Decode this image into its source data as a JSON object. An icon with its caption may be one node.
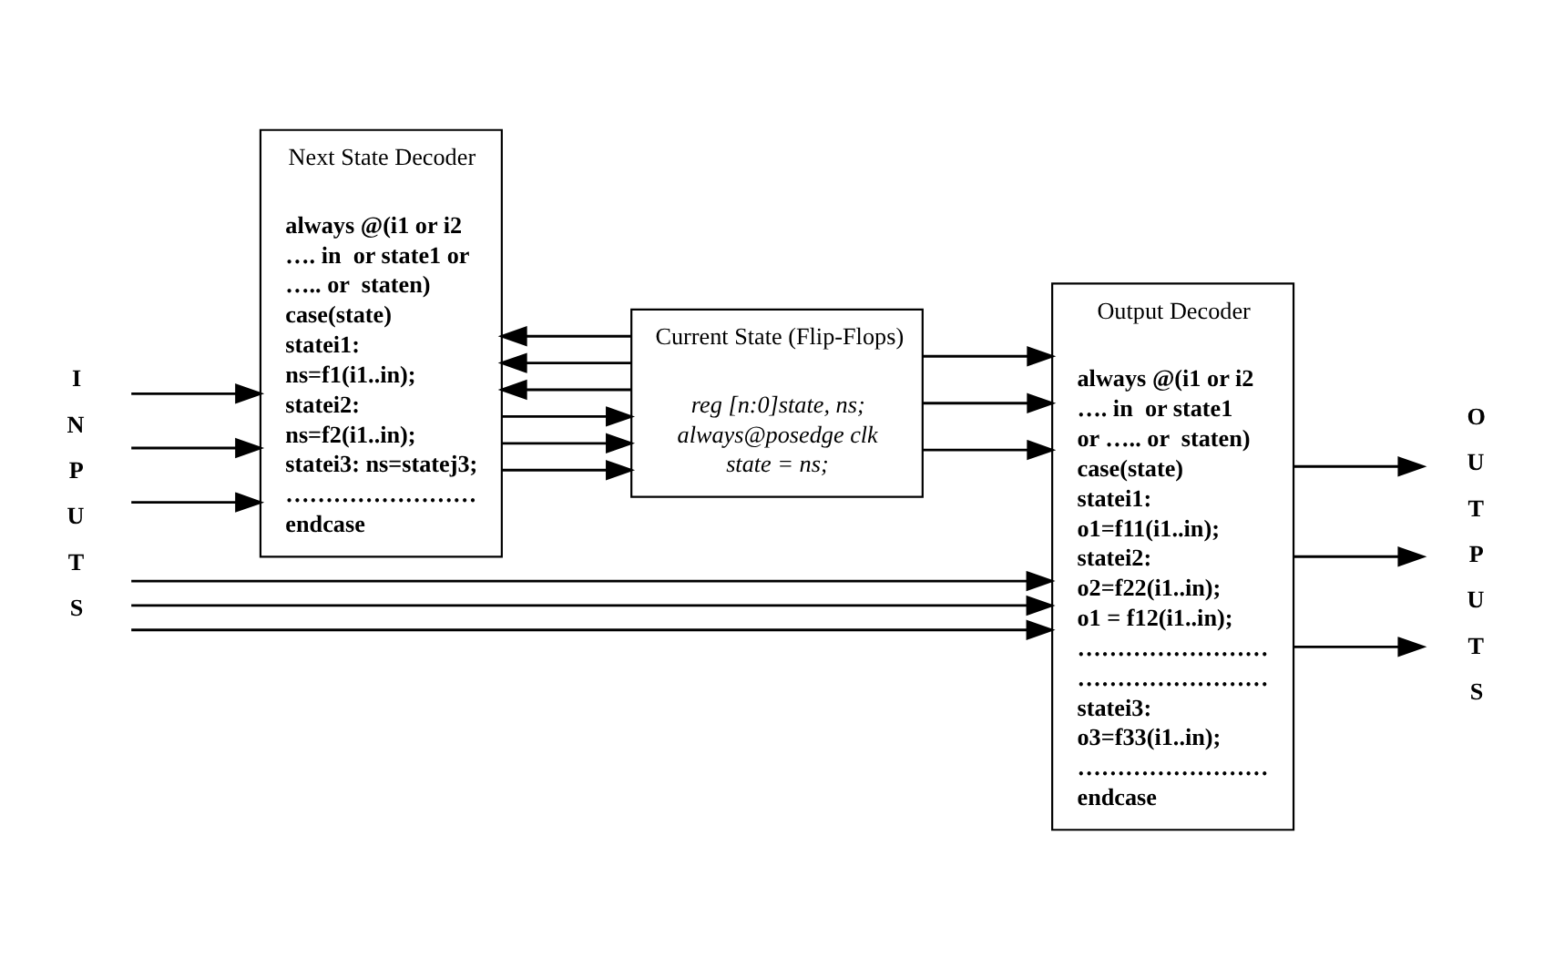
{
  "diagram": {
    "nodes": [
      {
        "text": [
          "Next State Decoder",
          "always @(i1 or i2",
          "…. in  or state1 or",
          "….. or  staten)",
          "case(state)",
          "statei1:",
          "ns=f1(i1..in);",
          "statei2:",
          "ns=f2(i1..in);",
          "statei3: ns=statej3;",
          "……………………",
          "endcase"
        ]
      },
      {
        "text": [
          "Current State (Flip-Flops)",
          "reg [n:0]state, ns;",
          "always@posedge clk",
          "state = ns;"
        ]
      },
      {
        "text": [
          "Output Decoder",
          "always @(i1 or i2",
          "…. in  or state1",
          "or ….. or  staten)",
          "case(state)",
          "statei1:",
          "o1=f11(i1..in);",
          "statei2:",
          "o2=f22(i1..in);",
          "o1 = f12(i1..in);",
          "……………………",
          "……………………",
          "statei3:",
          "o3=f33(i1..in);",
          "……………………",
          "endcase"
        ]
      },
      {
        "text": [
          "INPUTS"
        ]
      },
      {
        "text": [
          "OUTPUTS"
        ]
      }
    ],
    "edges": [
      {
        "from": 3,
        "to": 0,
        "arrow": "to"
      },
      {
        "from": 3,
        "to": 0,
        "arrow": "to"
      },
      {
        "from": 3,
        "to": 0,
        "arrow": "to"
      },
      {
        "from": 3,
        "to": 2,
        "arrow": "to"
      },
      {
        "from": 3,
        "to": 2,
        "arrow": "to"
      },
      {
        "from": 3,
        "to": 2,
        "arrow": "to"
      },
      {
        "from": 0,
        "to": 1,
        "arrow": "to"
      },
      {
        "from": 0,
        "to": 1,
        "arrow": "to"
      },
      {
        "from": 0,
        "to": 1,
        "arrow": "to"
      },
      {
        "from": 1,
        "to": 2,
        "arrow": "to"
      },
      {
        "from": 1,
        "to": 2,
        "arrow": "to"
      },
      {
        "from": 1,
        "to": 2,
        "arrow": "to"
      },
      {
        "from": 1,
        "to": 0,
        "arrow": "to"
      },
      {
        "from": 1,
        "to": 0,
        "arrow": "to"
      },
      {
        "from": 1,
        "to": 0,
        "arrow": "to"
      },
      {
        "from": 2,
        "to": 4,
        "arrow": "to"
      },
      {
        "from": 2,
        "to": 4,
        "arrow": "to"
      },
      {
        "from": 2,
        "to": 4,
        "arrow": "to"
      }
    ]
  }
}
